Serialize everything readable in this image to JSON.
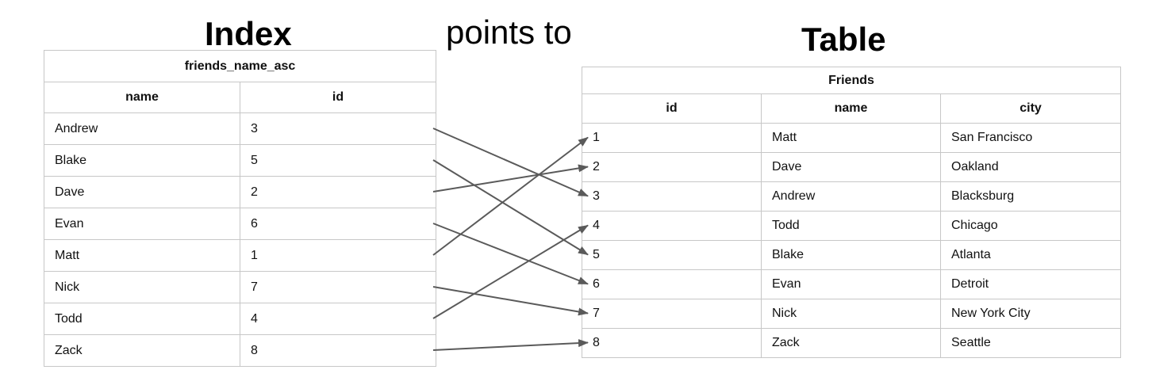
{
  "titles": {
    "index": "Index",
    "points_to": "points to",
    "table": "Table"
  },
  "index_table": {
    "title": "friends_name_asc",
    "columns": [
      "name",
      "id"
    ],
    "rows": [
      {
        "name": "Andrew",
        "id": "3"
      },
      {
        "name": "Blake",
        "id": "5"
      },
      {
        "name": "Dave",
        "id": "2"
      },
      {
        "name": "Evan",
        "id": "6"
      },
      {
        "name": "Matt",
        "id": "1"
      },
      {
        "name": "Nick",
        "id": "7"
      },
      {
        "name": "Todd",
        "id": "4"
      },
      {
        "name": "Zack",
        "id": "8"
      }
    ]
  },
  "friends_table": {
    "title": "Friends",
    "columns": [
      "id",
      "name",
      "city"
    ],
    "rows": [
      {
        "id": "1",
        "name": "Matt",
        "city": "San Francisco"
      },
      {
        "id": "2",
        "name": "Dave",
        "city": "Oakland"
      },
      {
        "id": "3",
        "name": "Andrew",
        "city": "Blacksburg"
      },
      {
        "id": "4",
        "name": "Todd",
        "city": "Chicago"
      },
      {
        "id": "5",
        "name": "Blake",
        "city": "Atlanta"
      },
      {
        "id": "6",
        "name": "Evan",
        "city": "Detroit"
      },
      {
        "id": "7",
        "name": "Nick",
        "city": "New York City"
      },
      {
        "id": "8",
        "name": "Zack",
        "city": "Seattle"
      }
    ]
  },
  "arrows": [
    {
      "from_row": 1,
      "to_row": 3
    },
    {
      "from_row": 2,
      "to_row": 5
    },
    {
      "from_row": 3,
      "to_row": 2
    },
    {
      "from_row": 4,
      "to_row": 6
    },
    {
      "from_row": 5,
      "to_row": 1
    },
    {
      "from_row": 6,
      "to_row": 7
    },
    {
      "from_row": 7,
      "to_row": 4
    },
    {
      "from_row": 8,
      "to_row": 8
    }
  ],
  "colors": {
    "arrow": "#5a5a5a",
    "border": "#c7c7c7",
    "text": "#111111"
  }
}
